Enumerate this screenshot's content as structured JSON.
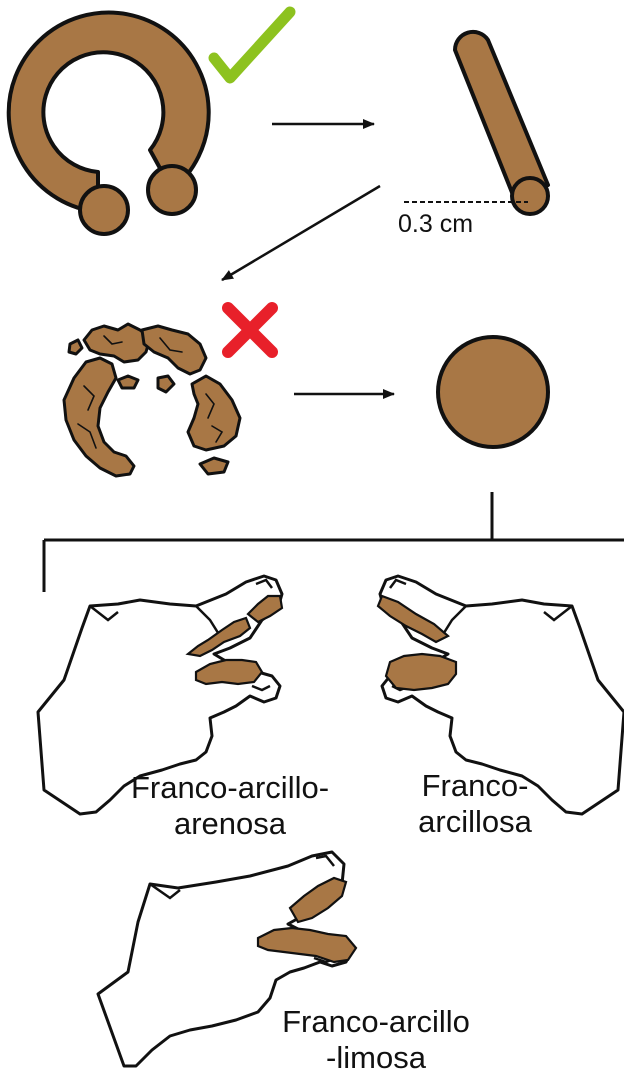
{
  "colors": {
    "soil": "#A87745",
    "outline": "#111111",
    "check": "#8DC21F",
    "cross": "#E8202A",
    "background": "#FFFFFF"
  },
  "measurement": {
    "label": "0.3 cm"
  },
  "markers": {
    "success": "check-icon",
    "failure": "cross-icon"
  },
  "hands": [
    {
      "id": "sandy",
      "label_line1": "Franco-arcillo-",
      "label_line2": "arenosa"
    },
    {
      "id": "clay",
      "label_line1": "Franco-",
      "label_line2": "arcillosa"
    },
    {
      "id": "silty",
      "label_line1": "Franco-arcillo",
      "label_line2": "-limosa"
    }
  ]
}
